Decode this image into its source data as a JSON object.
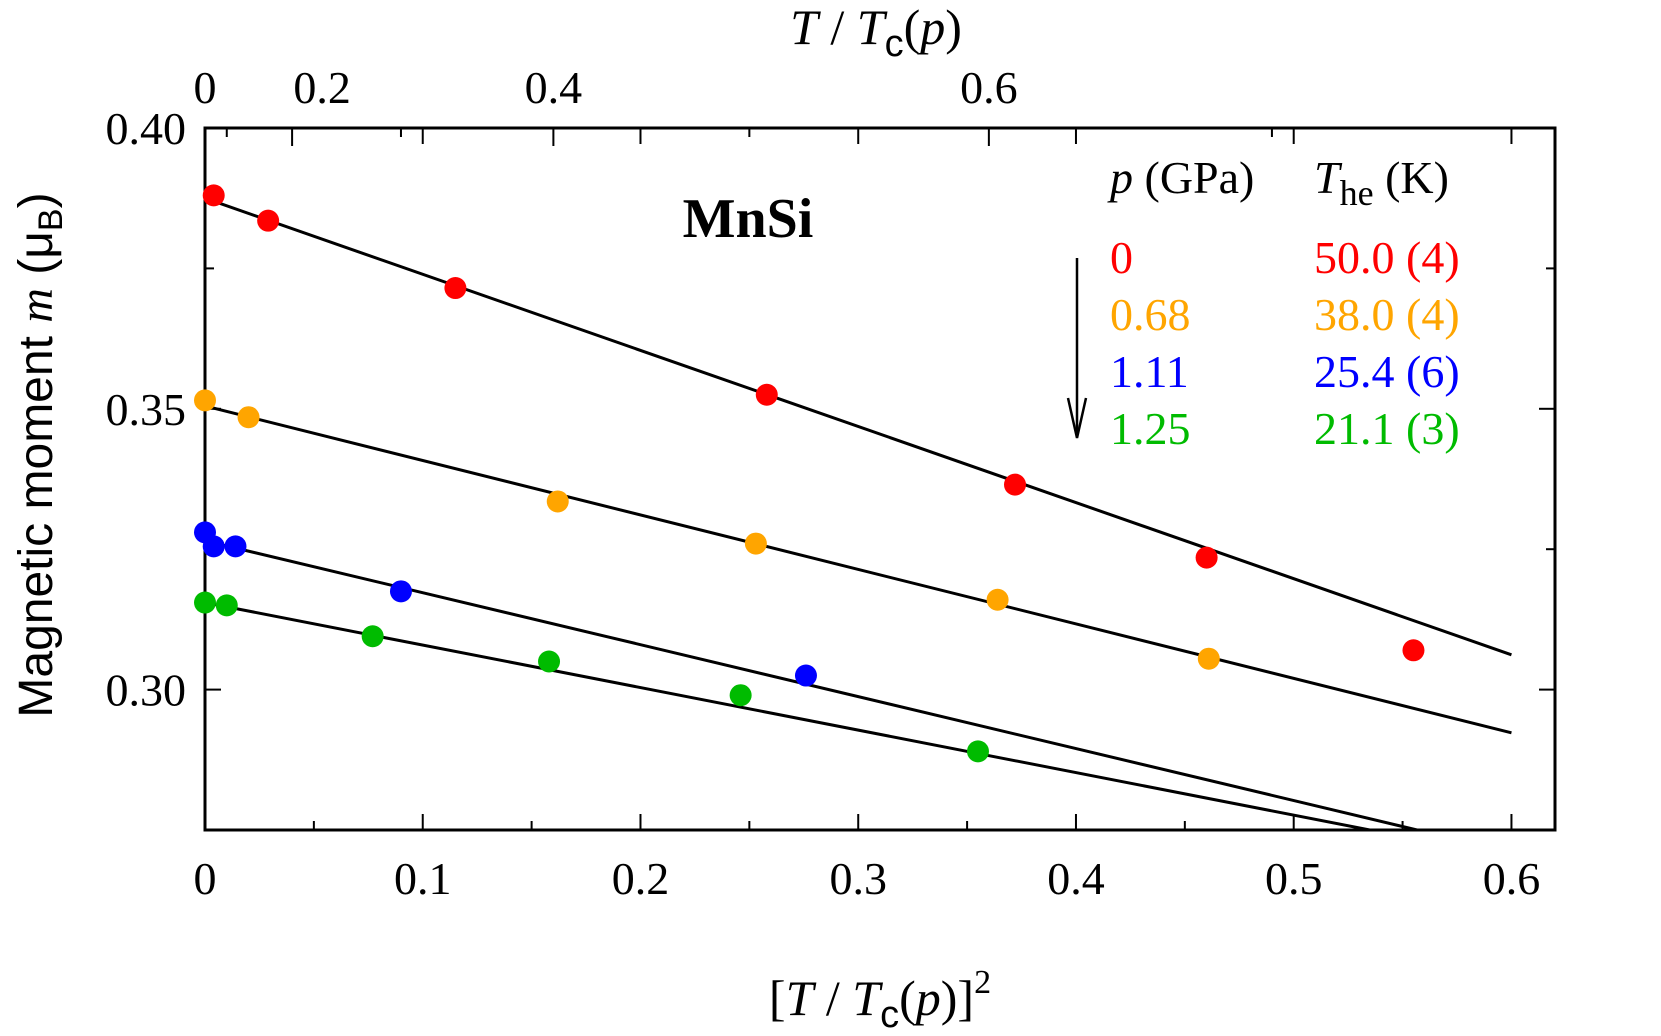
{
  "chart_data": {
    "type": "scatter",
    "title": "MnSi",
    "xlabel": "[T / Tc(p)]^2",
    "ylabel": "Magnetic moment m (μB)",
    "top_xlabel": "T / Tc(p)",
    "xlim": [
      0,
      0.62
    ],
    "ylim": [
      0.275,
      0.4
    ],
    "x_ticks": [
      "0",
      "0.1",
      "0.2",
      "0.3",
      "0.4",
      "0.5",
      "0.6"
    ],
    "y_ticks": [
      "0.30",
      "0.35",
      "0.40"
    ],
    "top_ticks": [
      {
        "label": "0",
        "value": 0
      },
      {
        "label": "0.2",
        "value": 0.2
      },
      {
        "label": "0.4",
        "value": 0.4
      },
      {
        "label": "0.6",
        "value": 0.6
      }
    ],
    "legend": {
      "header_p": "p (GPa)",
      "header_t": "The (K)",
      "placement": "top-right"
    },
    "series": [
      {
        "p": "0",
        "The": "50.0 (4)",
        "color": "#ff0000",
        "points": [
          [
            0.004,
            0.388
          ],
          [
            0.029,
            0.3835
          ],
          [
            0.115,
            0.3715
          ],
          [
            0.258,
            0.3525
          ],
          [
            0.372,
            0.3365
          ],
          [
            0.46,
            0.3235
          ],
          [
            0.555,
            0.307
          ]
        ],
        "fit": {
          "intercept": 0.3875,
          "slope": -0.1355,
          "x_end": 0.6
        }
      },
      {
        "p": "0.68",
        "The": "38.0 (4)",
        "color": "#ffa500",
        "points": [
          [
            0.0,
            0.3515
          ],
          [
            0.02,
            0.3485
          ],
          [
            0.162,
            0.3335
          ],
          [
            0.253,
            0.326
          ],
          [
            0.364,
            0.316
          ],
          [
            0.461,
            0.3055
          ]
        ],
        "fit": {
          "intercept": 0.3505,
          "slope": -0.097,
          "x_end": 0.6
        }
      },
      {
        "p": "1.11",
        "The": "25.4 (6)",
        "color": "#0000ff",
        "points": [
          [
            0.0,
            0.328
          ],
          [
            0.004,
            0.3255
          ],
          [
            0.014,
            0.3255
          ],
          [
            0.09,
            0.3175
          ],
          [
            0.276,
            0.3025
          ]
        ],
        "fit": {
          "intercept": 0.3265,
          "slope": -0.0925,
          "x_end": 0.578
        }
      },
      {
        "p": "1.25",
        "The": "21.1 (3)",
        "color": "#00bb00",
        "points": [
          [
            0.0,
            0.3155
          ],
          [
            0.01,
            0.315
          ],
          [
            0.077,
            0.3095
          ],
          [
            0.158,
            0.305
          ],
          [
            0.246,
            0.299
          ],
          [
            0.355,
            0.289
          ]
        ],
        "fit": {
          "intercept": 0.3155,
          "slope": -0.0757,
          "x_end": 0.578
        }
      }
    ]
  }
}
